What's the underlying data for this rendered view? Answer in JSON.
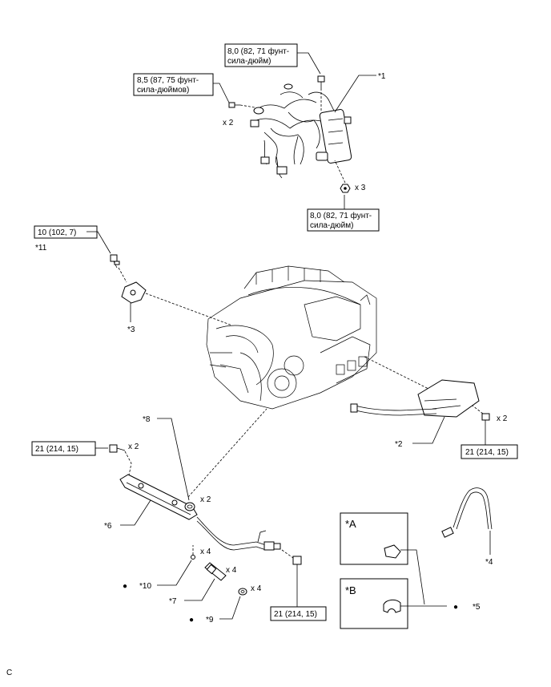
{
  "torque": {
    "t1_line1": "8,0 (82, 71 фунт-",
    "t1_line2": "сила-дюйм)",
    "t2_line1": "8,5 (87, 75 фунт-",
    "t2_line2": "сила-дюймов)",
    "t3_line1": "8,0 (82, 71 фунт-",
    "t3_line2": "сила-дюйм)",
    "t4": "10 (102, 7)",
    "t5": "21 (214, 15)",
    "t6": "21 (214, 15)",
    "t7": "21 (214, 15)"
  },
  "callouts": {
    "c1": "*1",
    "c2": "*2",
    "c3": "*3",
    "c4": "*4",
    "c5": "*5",
    "c6": "*6",
    "c7": "*7",
    "c8": "*8",
    "c9": "*9",
    "c10": "*10",
    "c11": "*11"
  },
  "quantities": {
    "q_bolt_harness_left": "x 2",
    "q_nut_harness": "x 3",
    "q_bolt_bracket": "x 2",
    "q_bolt_delivery": "x 2",
    "q_insulator": "x 2",
    "q_o_ring": "x 4",
    "q_injector": "x 4",
    "q_seal": "x 4"
  },
  "views": {
    "a_label": "*A",
    "b_label": "*B"
  },
  "bullets": {
    "symbol": "●"
  },
  "corner_code": "C"
}
